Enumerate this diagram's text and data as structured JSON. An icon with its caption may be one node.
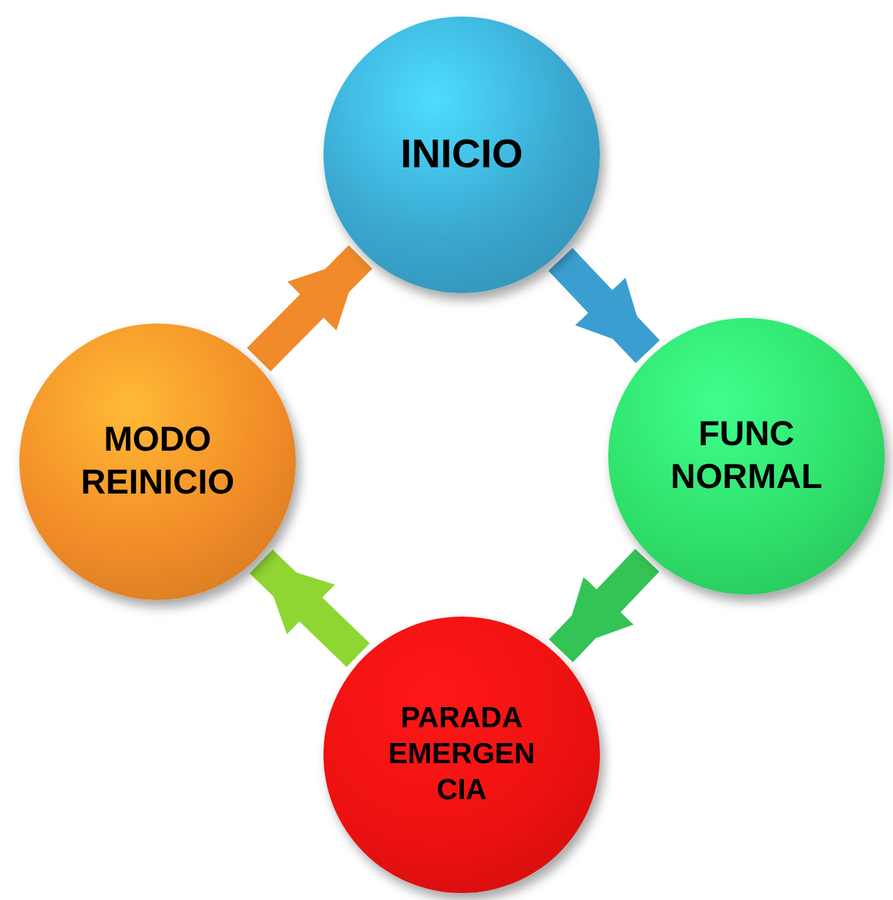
{
  "diagram": {
    "nodes": [
      {
        "text": [
          "INICIO"
        ]
      },
      {
        "text": [
          "FUNC NORMAL"
        ]
      },
      {
        "text": [
          "PARADA EMERGENCIA"
        ]
      },
      {
        "text": [
          "MODO REINICIO"
        ]
      }
    ],
    "edges": [
      {
        "from": 0,
        "to": 1,
        "arrow": "to",
        "color": "#3a9fd0"
      },
      {
        "from": 1,
        "to": 2,
        "arrow": "to",
        "color": "#33c455"
      },
      {
        "from": 2,
        "to": 3,
        "arrow": "to",
        "color": "#8fd633"
      },
      {
        "from": 3,
        "to": 0,
        "arrow": "to",
        "color": "#f08a2a"
      }
    ]
  }
}
